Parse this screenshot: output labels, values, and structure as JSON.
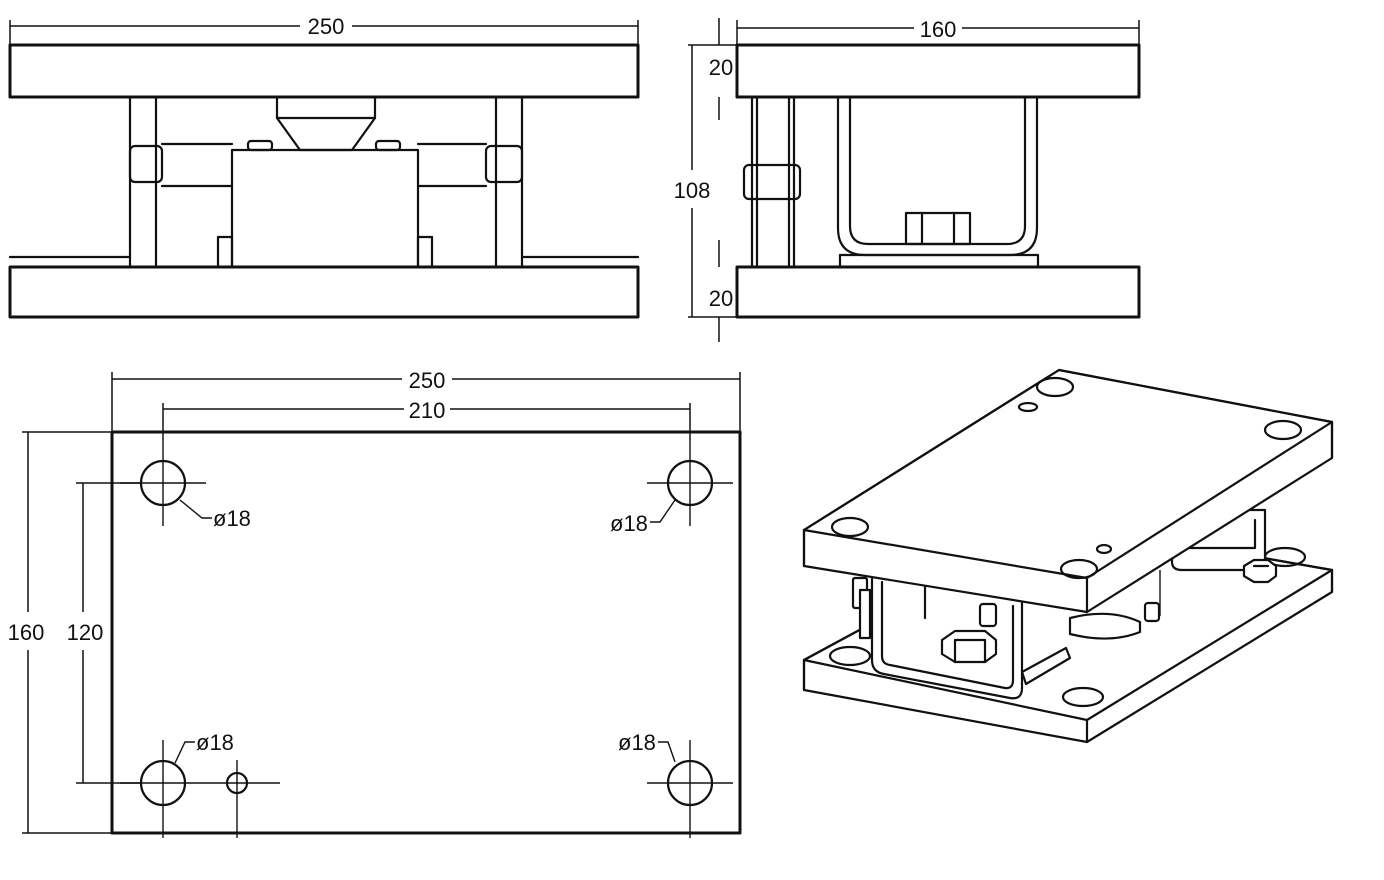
{
  "front_view": {
    "width_label": "250"
  },
  "side_view": {
    "width_label": "160",
    "top_plate_label": "20",
    "height_label": "108",
    "bottom_plate_label": "20"
  },
  "top_view": {
    "width_label": "250",
    "hole_spacing_x_label": "210",
    "height_label": "160",
    "hole_spacing_y_label": "120",
    "hole_labels": [
      "ø18",
      "ø18",
      "ø18",
      "ø18"
    ]
  }
}
